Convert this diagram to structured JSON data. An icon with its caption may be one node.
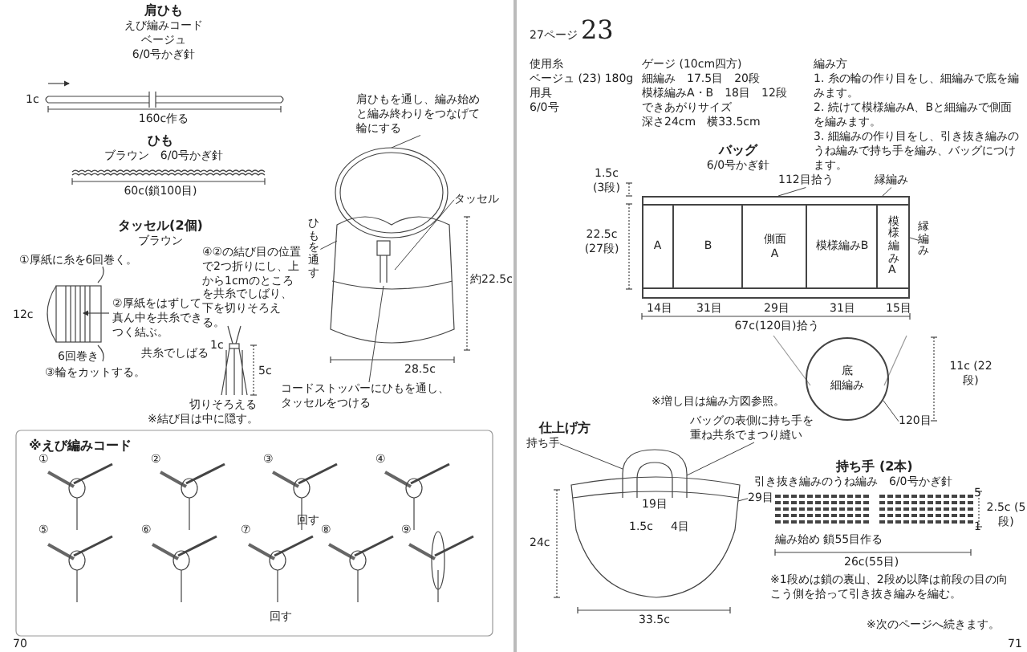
{
  "diagram": {
    "nodes": [
      {
        "text": [
          "肩ひもを通し、編み始めと編み終わりをつなげて輪にする"
        ]
      },
      {
        "text": [
          "ひもを通す"
        ]
      },
      {
        "text": [
          "タッセル"
        ]
      },
      {
        "text": [
          "コードストッパーにひもを通し、タッセルをつける"
        ]
      },
      {
        "text": [],
        "shape": "picture"
      },
      {
        "text": [],
        "shape": "picture",
        "in": 4
      },
      {
        "text": [
          "112目拾う"
        ]
      },
      {
        "text": [
          "縁編み"
        ]
      },
      {
        "text": [
          "縁編み"
        ]
      },
      {
        "text": [],
        "shape": "box"
      },
      {
        "text": [
          "A"
        ],
        "in": 9
      },
      {
        "text": [
          "B"
        ],
        "in": 9
      },
      {
        "text": [
          "側面",
          "A"
        ],
        "in": 9
      },
      {
        "text": [
          "模様編みB"
        ],
        "in": 9
      },
      {
        "text": [
          "模様編みA"
        ],
        "in": 9
      },
      {
        "text": [
          "底",
          "細編み"
        ]
      },
      {
        "text": [
          "120目"
        ]
      },
      {
        "text": [
          "持ち手"
        ]
      },
      {
        "text": [
          "バッグの表側に持ち手を重ね共糸でまつり縫い"
        ]
      },
      {
        "text": [
          "29目"
        ]
      },
      {
        "text": [],
        "shape": "picture"
      }
    ],
    "edges": [
      {
        "from": 0,
        "to": 4,
        "arrow": "none"
      },
      {
        "from": 1,
        "to": 4,
        "arrow": "none"
      },
      {
        "from": 2,
        "to": 5,
        "arrow": "none"
      },
      {
        "from": 3,
        "to": 5,
        "arrow": "none"
      },
      {
        "from": 6,
        "to": 9,
        "arrow": "none"
      },
      {
        "from": 7,
        "to": 9,
        "arrow": "none"
      },
      {
        "from": 8,
        "to": 9,
        "arrow": "none"
      },
      {
        "from": 16,
        "to": 15,
        "arrow": "none"
      },
      {
        "from": 17,
        "to": 20,
        "arrow": "none"
      },
      {
        "from": 18,
        "to": 20,
        "arrow": "none"
      },
      {
        "from": 19,
        "to": 20,
        "arrow": "none"
      }
    ],
    "labels": [
      "肩ひも",
      "えび編みコード",
      "ベージュ",
      "6/0号かぎ針",
      "1c",
      "160c作る",
      "ひも",
      "ブラウン　6/0号かぎ針",
      "60c(鎖100目)",
      "タッセル(2個)",
      "ブラウン",
      "①厚紙に糸を6回巻く。",
      "④②の結び目の位置で2つ折りにし、上から1cmのところを共糸でしばり、下を切りそろえる。",
      "12c",
      "②厚紙をはずして真ん中を共糸できつく結ぶ。",
      "6回巻き",
      "③輪をカットする。",
      "1c",
      "共糸でしばる",
      "5c",
      "切りそろえる",
      "※結び目は中に隠す。",
      "約22.5c",
      "28.5c",
      "※えび編みコード",
      "①",
      "②",
      "③",
      "④",
      "⑤",
      "⑥",
      "⑦",
      "⑧",
      "⑨",
      "回す",
      "回す",
      "70",
      "27ページ",
      "23",
      "使用糸",
      "ベージュ (23) 180g",
      "用具",
      "6/0号",
      "ゲージ (10cm四方)",
      "細編み　17.5目　20段",
      "模様編みA・B　18目　12段",
      "できあがりサイズ",
      "深さ24cm　横33.5cm",
      "編み方",
      "1. 糸の輪の作り目をし、細編みで底を編みます。",
      "2. 続けて模様編みA、Bと細編みで側面を編みます。",
      "3. 細編みの作り目をし、引き抜き編みのうね編みで持ち手を編み、バッグにつけます。",
      "バッグ",
      "6/0号かぎ針",
      "1.5c (3段)",
      "22.5c (27段)",
      "14目",
      "31目",
      "29目",
      "31目",
      "15目",
      "67c(120目)拾う",
      "11c (22段)",
      "※増し目は編み方図参照。",
      "仕上げ方",
      "19目",
      "1.5c",
      "4目",
      "24c",
      "33.5c",
      "持ち手 (2本)",
      "引き抜き編みのうね編み　6/0号かぎ針",
      "5",
      "1",
      "2.5c (5段)",
      "編み始め 鎖55目作る",
      "26c(55目)",
      "※1段めは鎖の裏山、2段め以降は前段の目の向こう側を拾って引き抜き編みを編む。",
      "※次のページへ続きます。",
      "71"
    ]
  }
}
